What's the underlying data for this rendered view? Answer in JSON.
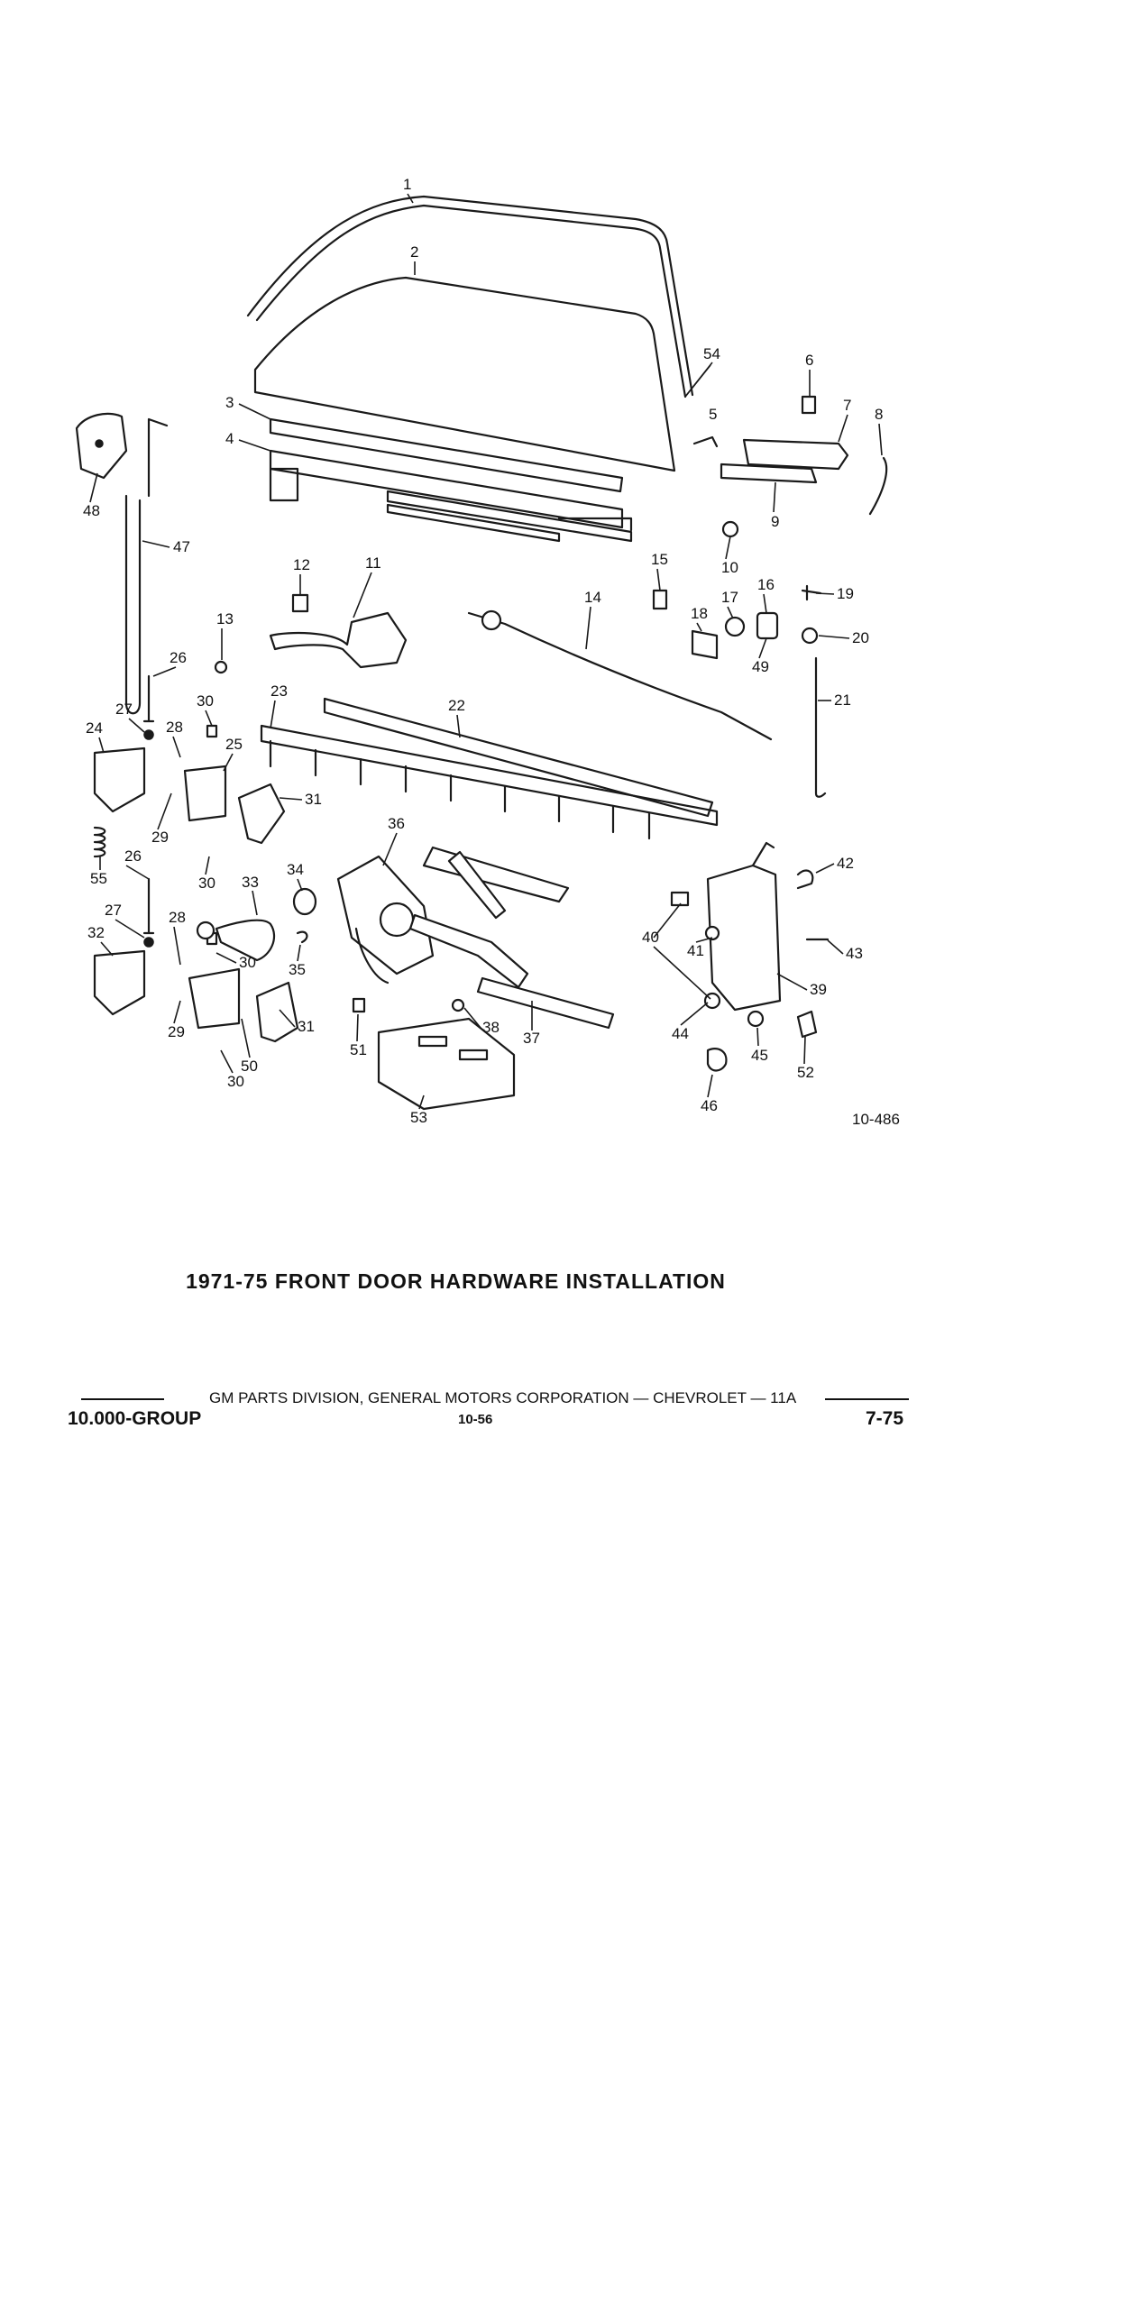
{
  "figure_code": "10-486",
  "caption": "1971-75 FRONT DOOR HARDWARE INSTALLATION",
  "footer": {
    "publisher": "GM PARTS DIVISION, GENERAL MOTORS CORPORATION — CHEVROLET — 11A",
    "group": "10.000-GROUP",
    "page": "10-56",
    "date": "7-75"
  },
  "callouts": [
    "1",
    "2",
    "3",
    "4",
    "5",
    "6",
    "7",
    "8",
    "9",
    "10",
    "11",
    "12",
    "13",
    "14",
    "15",
    "16",
    "17",
    "18",
    "19",
    "20",
    "21",
    "22",
    "23",
    "24",
    "25",
    "26",
    "26",
    "27",
    "27",
    "28",
    "28",
    "29",
    "29",
    "30",
    "30",
    "30",
    "30",
    "31",
    "31",
    "32",
    "33",
    "34",
    "35",
    "36",
    "37",
    "38",
    "39",
    "40",
    "41",
    "42",
    "43",
    "44",
    "45",
    "46",
    "47",
    "48",
    "49",
    "50",
    "51",
    "52",
    "53",
    "54",
    "55"
  ]
}
